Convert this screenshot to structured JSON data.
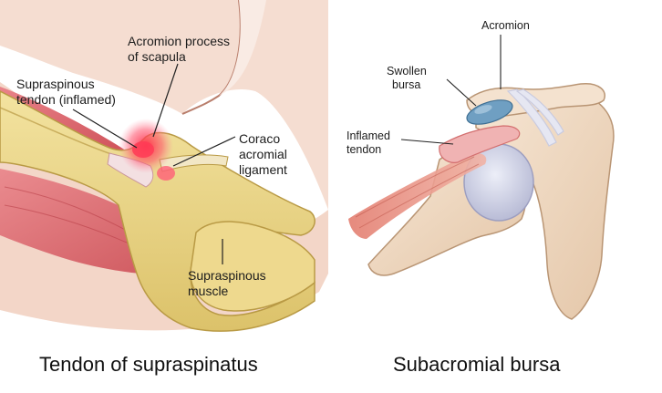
{
  "left_diagram": {
    "label_acromion_line1": "Acromion process",
    "label_acromion_line2": "of scapula",
    "label_tendon_line1": "Supraspinous",
    "label_tendon_line2": "tendon (inflamed)",
    "label_coraco_line1": "Coraco",
    "label_coraco_line2": "acromial",
    "label_coraco_line3": "ligament",
    "label_muscle_line1": "Supraspinous",
    "label_muscle_line2": "muscle",
    "caption": "Tendon of supraspinatus"
  },
  "right_diagram": {
    "label_acromion": "Acromion",
    "label_bursa_line1": "Swollen",
    "label_bursa_line2": "bursa",
    "label_tendon_line1": "Inflamed",
    "label_tendon_line2": "tendon",
    "caption": "Subacromial bursa"
  },
  "colors": {
    "bone": "#ecd98c",
    "bone_shadow": "#c9a94f",
    "muscle": "#d9636a",
    "skin": "#f6dfd4",
    "inflammation": "#e8203a",
    "bursa": "#6f9fc0",
    "right_bone": "#f1dcc7",
    "cartilage": "#cfd2e6"
  }
}
